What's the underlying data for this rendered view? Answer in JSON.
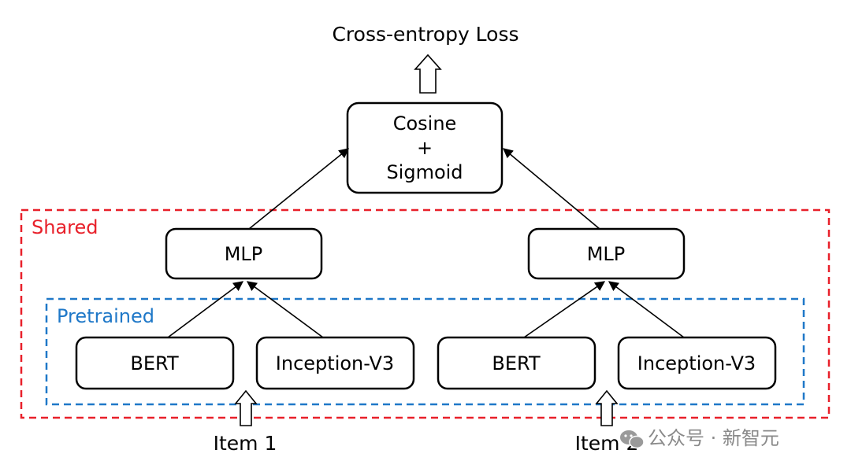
{
  "title": "Cross-entropy Loss",
  "top_node": {
    "lines": [
      "Cosine",
      "+",
      "Sigmoid"
    ]
  },
  "groups": {
    "shared_label": "Shared",
    "pretrained_label": "Pretrained"
  },
  "left": {
    "mlp": "MLP",
    "text_encoder": "BERT",
    "image_encoder": "Inception-V3",
    "input": "Item 1"
  },
  "right": {
    "mlp": "MLP",
    "text_encoder": "BERT",
    "image_encoder": "Inception-V3",
    "input": "Item 2"
  },
  "watermark": {
    "text": "公众号 · 新智元",
    "icon": "wechat-icon"
  },
  "colors": {
    "shared": "#e8202a",
    "pretrained": "#1f78c8"
  }
}
